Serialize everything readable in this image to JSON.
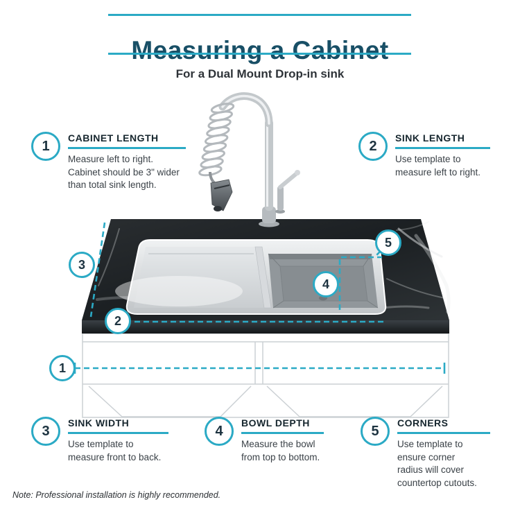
{
  "header": {
    "title": "Measuring a Cabinet",
    "subtitle": "For a Dual Mount Drop-in sink"
  },
  "callouts": [
    {
      "number": "1",
      "heading": "CABINET LENGTH",
      "body": "Measure left to right.\nCabinet should be 3\" wider\nthan total sink length."
    },
    {
      "number": "2",
      "heading": "SINK LENGTH",
      "body": "Use template to\nmeasure left to right."
    },
    {
      "number": "3",
      "heading": "SINK WIDTH",
      "body": "Use template to\nmeasure front to back."
    },
    {
      "number": "4",
      "heading": "BOWL DEPTH",
      "body": "Measure the bowl\nfrom top to bottom."
    },
    {
      "number": "5",
      "heading": "CORNERS",
      "body": "Use template to\nensure corner\nradius will cover\ncountertop cutouts."
    }
  ],
  "footnote": "Note: Professional installation is highly recommended.",
  "colors": {
    "accent": "#2baac5",
    "title": "#184f66"
  }
}
